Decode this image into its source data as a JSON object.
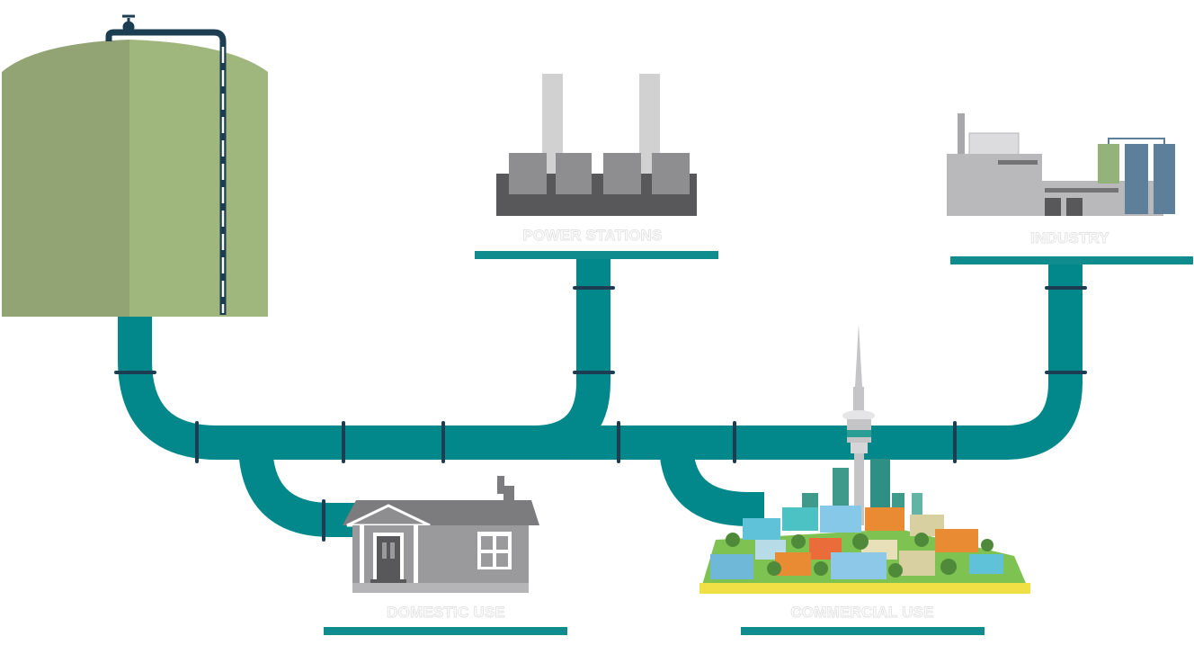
{
  "labels": {
    "power": "POWER STATIONS",
    "industry": "INDUSTRY",
    "domestic": "DOMESTIC USE",
    "commercial": "COMMERCIAL USE"
  },
  "colors": {
    "pipe": "#02888a",
    "pipe_joint": "#1c3d52",
    "tank_light": "#9fb67d",
    "tank_dark": "#93a474",
    "label_bar": "#0f8c8e",
    "factory_dark": "#58585a",
    "house_grey": "#9a9a9c",
    "grass": "#7ec251"
  }
}
